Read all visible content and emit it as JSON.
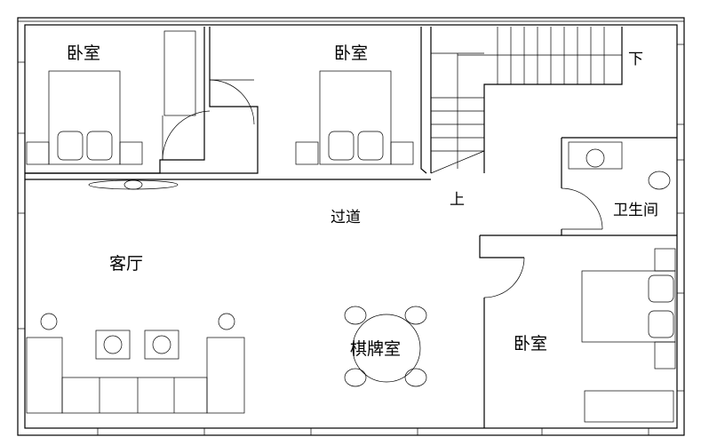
{
  "plan": {
    "rooms": {
      "bedroom_top_left": "卧室",
      "bedroom_top_middle": "卧室",
      "bedroom_bottom_right": "卧室",
      "corridor": "过道",
      "living_room": "客厅",
      "mahjong_room": "棋牌室",
      "bathroom": "卫生间"
    },
    "stairs": {
      "down": "下",
      "up": "上"
    }
  }
}
